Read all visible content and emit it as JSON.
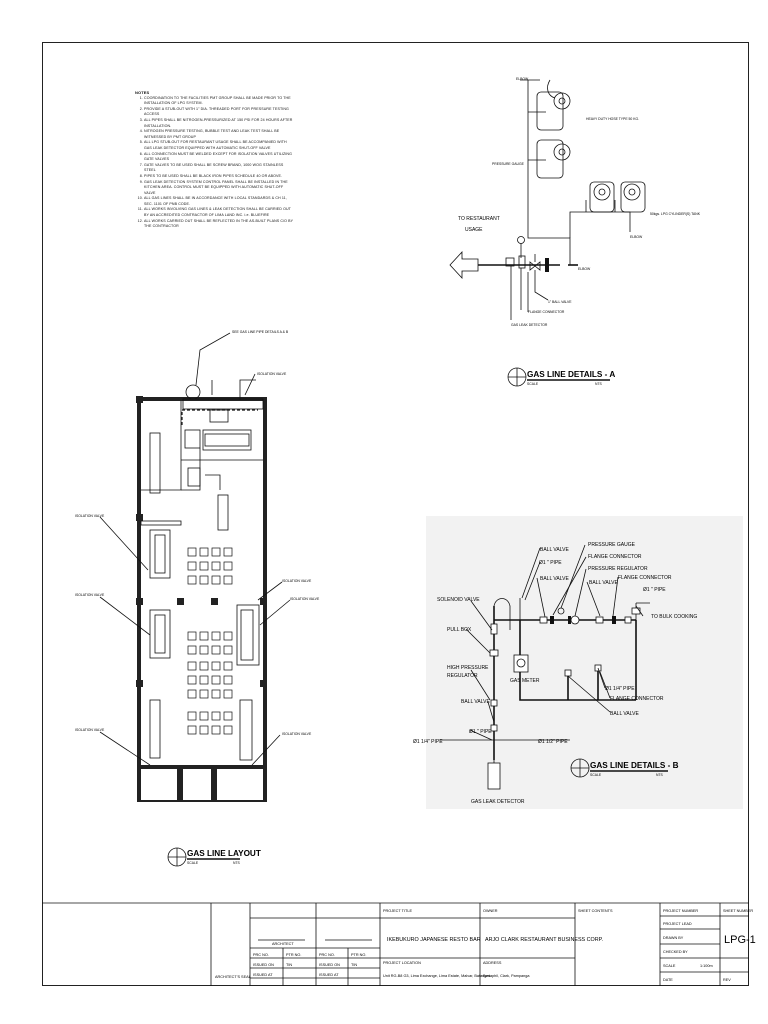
{
  "notes": {
    "heading": "NOTES",
    "items": [
      "COORDINATION TO THE FACILITIES PMT GROUP SHALL BE MADE PRIOR TO THE INSTALLATION OF LPG SYSTEM.",
      "PROVIDE A STUB-OUT WITH 1\" DIA. THREADED PORT FOR PRESSURE TESTING ACCESS",
      "ALL PIPES SHALL BE NITROGEN-PRESSURIZED AT 150 PSI FOR 24 HOURS AFTER INSTALLATION.",
      "NITROGEN PRESSURE TESTING, BUBBLE TEST AND LEAK TEST SHALL BE WITNESSED BY PMT GROUP",
      "ALL LPG STUB-OUT FOR RESTAURANT USAGE SHALL BE ACCOMPANIED WITH GAS LEAK DETECTOR EQUIPPED WITH AUTOMATIC SHUT-OFF VALVE",
      "ALL CONNECTION MUST BE WELDED EXCEPT FOR ISOLATION VALVES UTILIZING GATE VALVES",
      "GATE VALVES TO BE USED SHALL BE SCREW BRAND, 1000 WOG STAINLESS STEEL",
      "PIPES TO BE USED SHALL BE BLACK IRON PIPES SCHEDULE 40 OR ABOVE.",
      "GAS LEAK DETECTION SYSTEM CONTROL PANEL SHALL BE INSTALLED IN THE KITCHEN AREA. CONTROL MUST BE EQUIPPED WITH AUTOMATIC SHUT-OFF VALVE",
      "ALL GAS LINES SHALL BE IN ACCORDANCE WITH LOCAL STANDARDS & CH 11, SEC. 1101 OF PNB CODE.",
      "ALL WORKS INVOLVING GAS LINES & LEAK DETECTION SHALL BE CARRIED OUT BY AN ACCREDITED CONTRACTOR OF LIMA LAND INC. i.e. BLUEFIRE",
      "ALL WORKS CARRIED OUT SHALL BE REFLECTED IN THE AS-BUILT PLANS C/O BY THE CONTRACTOR"
    ]
  },
  "detail_a": {
    "title": "GAS LINE DETAILS - A",
    "scale": "SCALE",
    "nts": "NTS",
    "to_restaurant": [
      "TO RESTAURANT",
      "USAGE"
    ],
    "labels": {
      "elbow_top": "ELBOW",
      "heavy_duty": "HEAVY DUTY HOSE TYPE 50 KG.",
      "pressure_gauge": "PRESSURE GAUGE",
      "tanks": "50kgs. LPG CYLINDER(S) TANK",
      "elbow_right": "ELBOW",
      "elbow_bottom": "ELBOW",
      "ball_valve": "1\" BALL VALVE",
      "flange": "FLANGE CONNECTOR",
      "leak_detector": "GAS LEAK DETECTOR"
    }
  },
  "layout": {
    "title": "GAS LINE LAYOUT",
    "scale": "SCALE",
    "nts": "NTS",
    "pipe_details": "SEE GAS LINE PIPE DETAILS A & B",
    "isolation": "ISOLATION VALVE"
  },
  "detail_b": {
    "title": "GAS LINE DETAILS - B",
    "scale": "SCALE",
    "nts": "NTS",
    "labels": {
      "pressure_gauge": "PRESSURE GAUGE",
      "ball_valve_1": "BALL VALVE",
      "flange_1": "FLANGE CONNECTOR",
      "pipe_1": "Ø1 \" PIPE",
      "pressure_regulator": "PRESSURE REGULATOR",
      "ball_valve_2": "BALL VALVE",
      "flange_2": "FLANGE CONNECTOR",
      "ball_valve_3": "BALL VALVE",
      "pipe_2": "Ø1 \" PIPE",
      "solenoid": "SOLENOID VALVE",
      "bulk": "TO BULK COOKING",
      "pull_box": "PULL BOX",
      "hp_regulator": [
        "HIGH PRESSURE",
        "REGULATOR"
      ],
      "gas_meter": "GAS METER",
      "pipe_14": "Ø1 1/4\" PIPE",
      "flange_3": "FLANGE CONNECTOR",
      "ball_valve_4": "BALL VALVE",
      "ball_valve_5": "BALL VALVE",
      "pipe_3": "Ø1 \" PIPE",
      "pipe_14b": "Ø1 1/4\" PIPE",
      "pipe_12": "Ø1 1/2\" PIPE",
      "leak_detector": "GAS LEAK DETECTOR"
    }
  },
  "title_block": {
    "architect_seal": "ARCHITECT'S SEAL",
    "architect": "ARCHITECT",
    "prc": "PRC NO.",
    "ptr": "PTR NO.",
    "issued_on": "ISSUED ON",
    "issued_at": "ISSUED AT",
    "tin": "TIN",
    "project_title_label": "PROJECT TITLE",
    "project_title": "IKEBUKURO JAPANESE RESTO BAR",
    "project_location_label": "PROJECT LOCATION",
    "project_location": "Unit RG-B8 G3, Lima Exchange, Lima Estate, Malvar, Batangas",
    "owner_label": "OWNER",
    "owner": "ARJO CLARK RESTAURANT BUSINESS CORP.",
    "address_label": "ADDRESS",
    "address": "Bertaphil, Clark, Pampanga",
    "sheet_contents": "SHEET CONTENTS",
    "project_number": "PROJECT NUMBER",
    "project_lead": "PROJECT LEAD",
    "drawn_by": "DRAWN BY",
    "checked_by": "CHECKED BY",
    "scale": "SCALE",
    "scale_value": "1:100m",
    "date": "DATE",
    "sheet_number": "SHEET NUMBER",
    "sheet_id": "LPG-1",
    "rev": "REV"
  }
}
